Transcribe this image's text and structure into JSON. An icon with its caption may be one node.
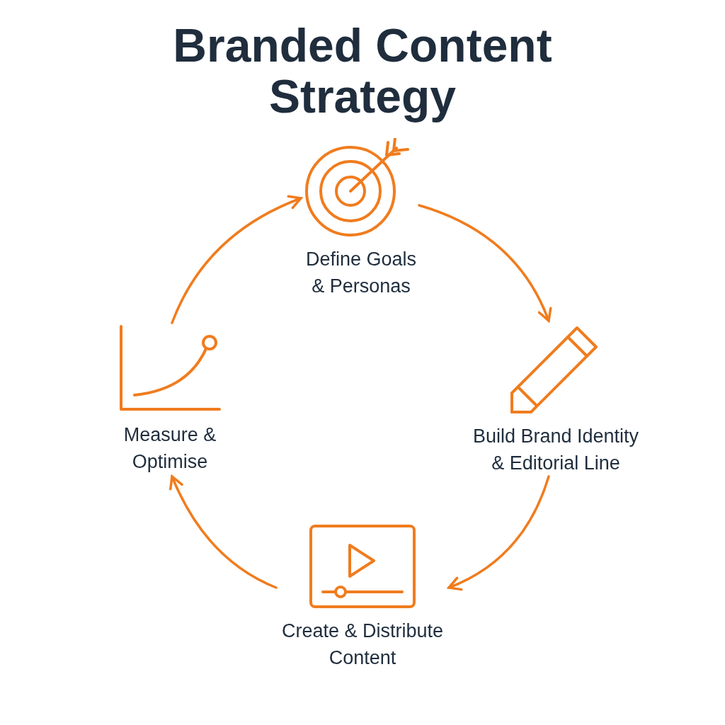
{
  "diagram": {
    "title": "Branded Content Strategy",
    "nodes": [
      {
        "text": [
          "Define Goals & Personas"
        ]
      },
      {
        "text": [
          "Build Brand Identity & Editorial Line"
        ]
      },
      {
        "text": [
          "Create & Distribute Content"
        ]
      },
      {
        "text": [
          "Measure & Optimise"
        ]
      }
    ],
    "edges": [
      {
        "from": 0,
        "to": 1,
        "arrow": "to"
      },
      {
        "from": 1,
        "to": 2,
        "arrow": "to"
      },
      {
        "from": 2,
        "to": 3,
        "arrow": "to"
      },
      {
        "from": 3,
        "to": 0,
        "arrow": "to"
      }
    ]
  }
}
